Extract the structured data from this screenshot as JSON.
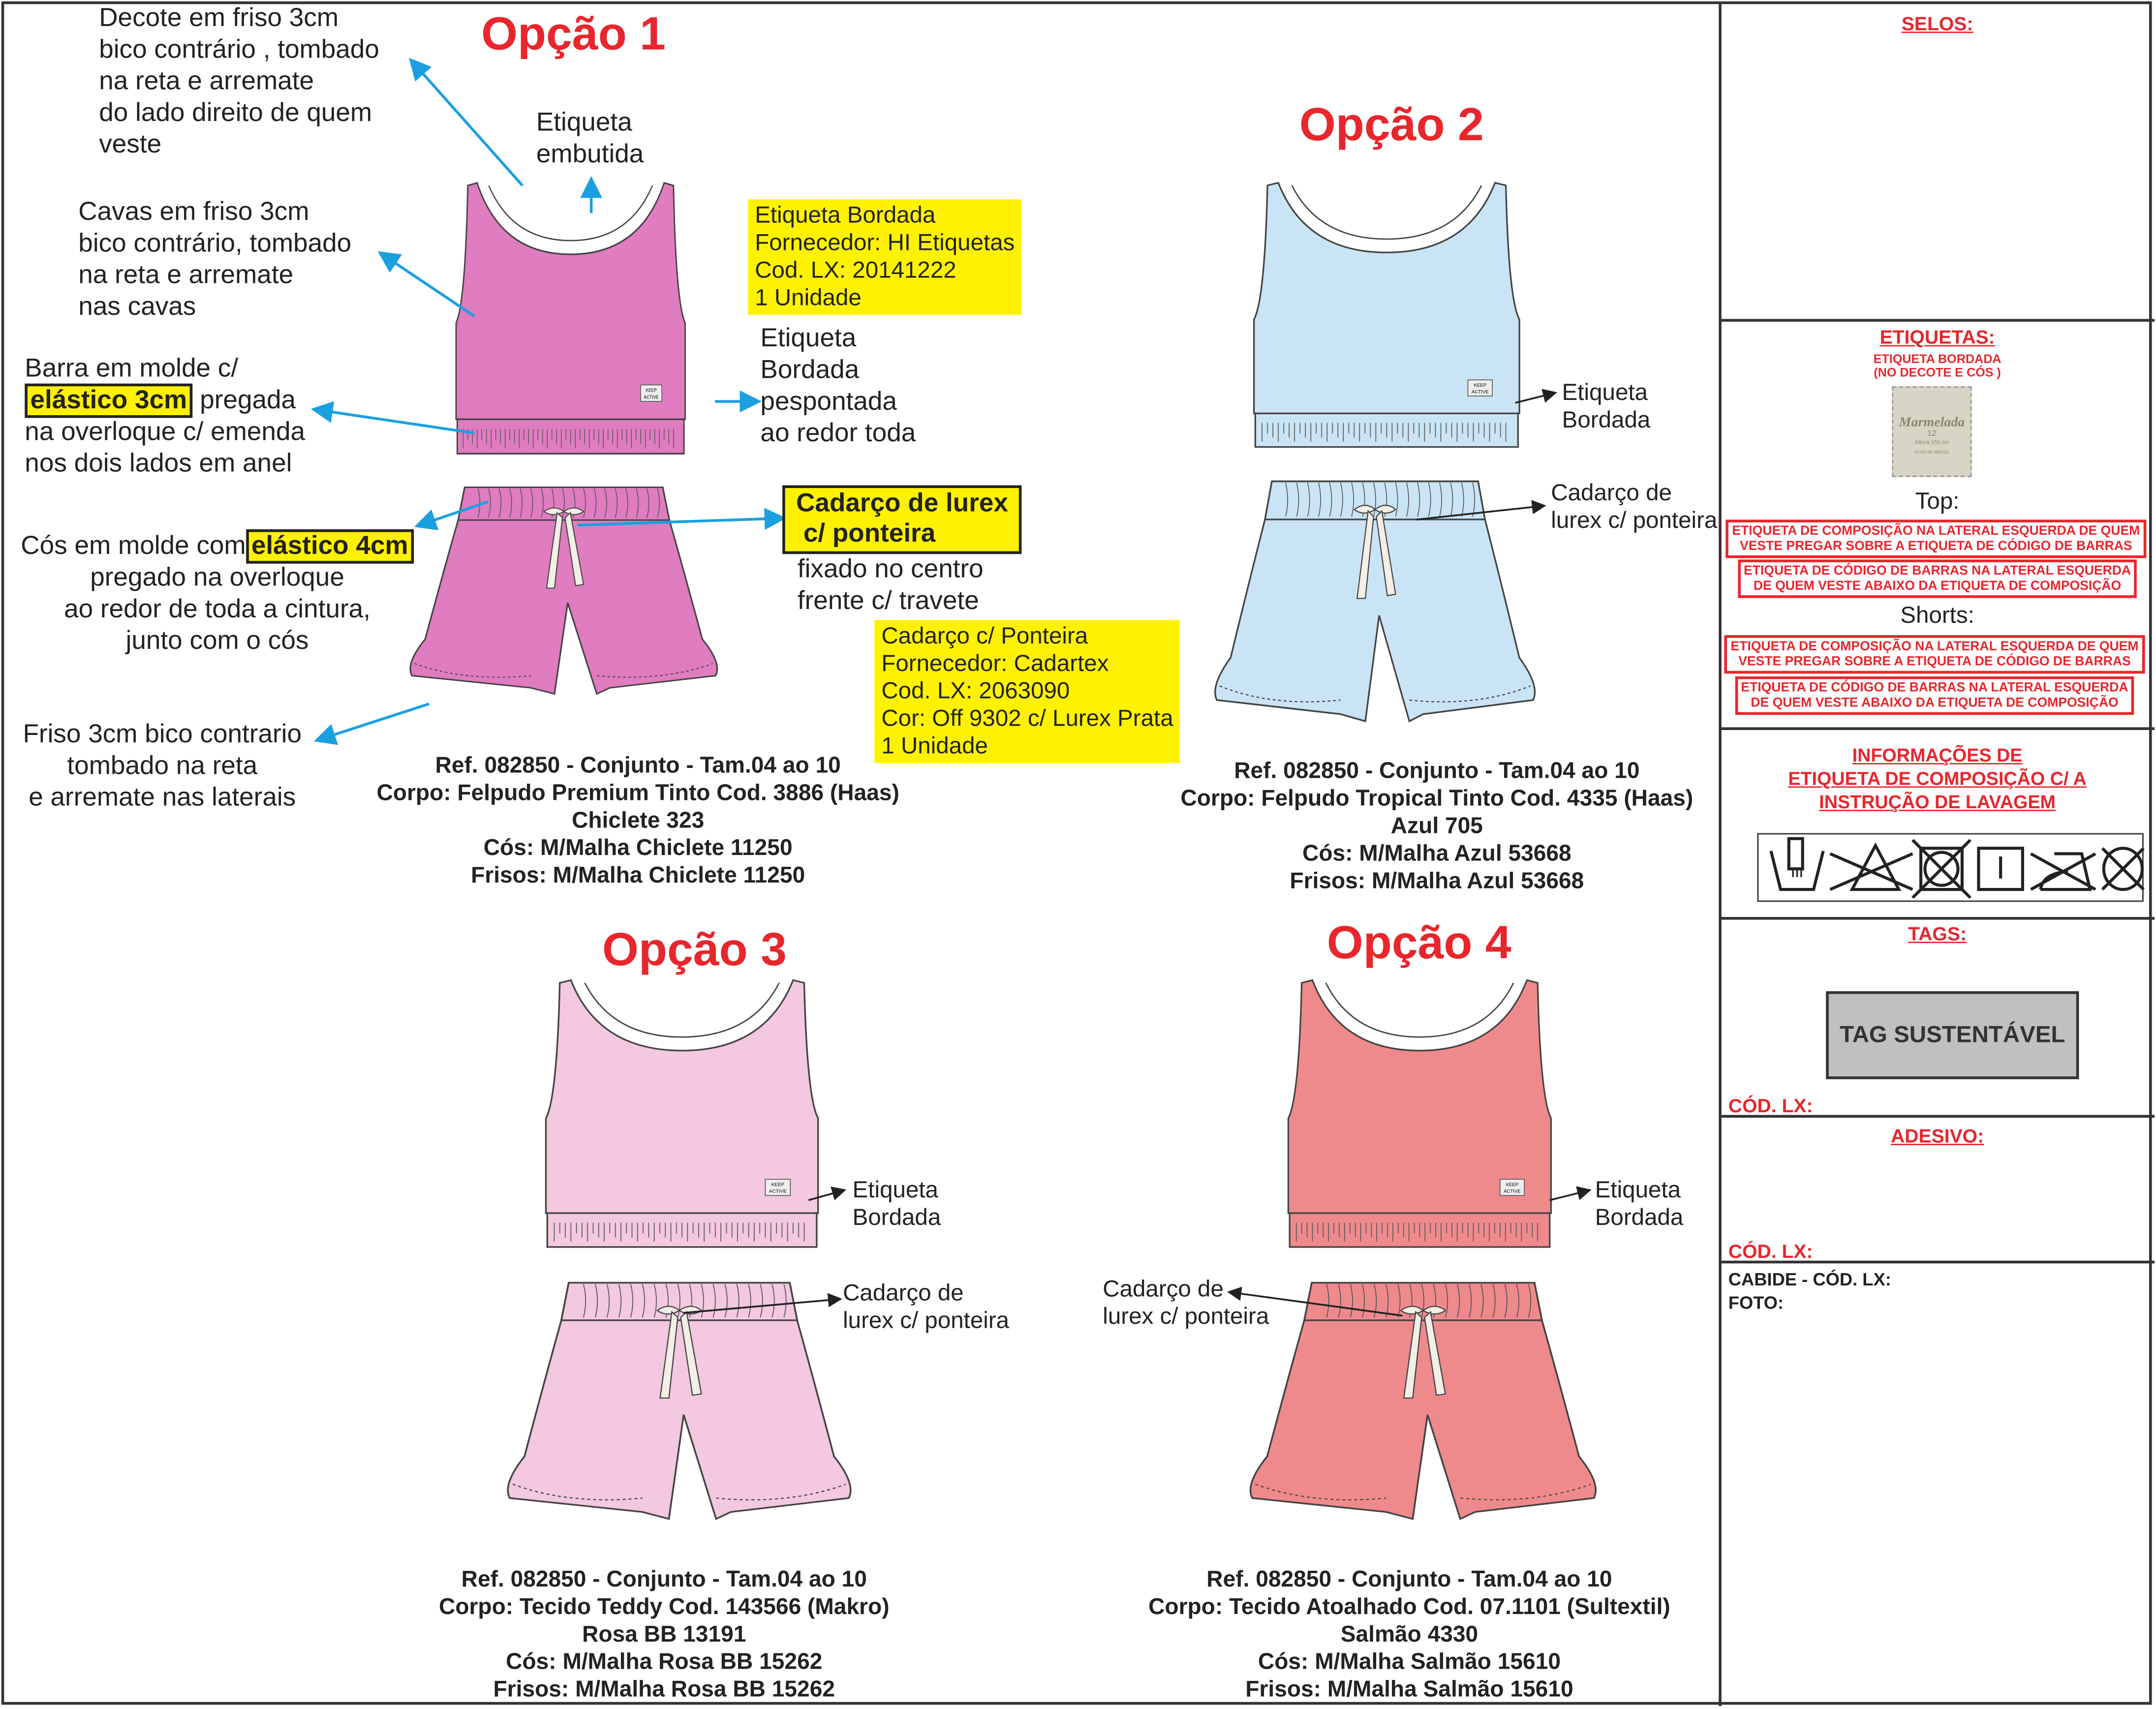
{
  "options": [
    {
      "title": "Opção 1",
      "color": "#e07cc0",
      "ref": [
        "Ref. 082850 - Conjunto - Tam.04  ao 10",
        "Corpo: Felpudo Premium Tinto Cod. 3886 (Haas)",
        "Chiclete 323",
        "Cós: M/Malha Chiclete 11250",
        "Frisos: M/Malha Chiclete 11250"
      ]
    },
    {
      "title": "Opção 2",
      "color": "#c9e4f5",
      "ref": [
        "Ref. 082850 - Conjunto - Tam.04 ao 10",
        "Corpo: Felpudo Tropical Tinto Cod. 4335 (Haas)",
        "Azul 705",
        "Cós: M/Malha Azul 53668",
        "Frisos: M/Malha Azul 53668"
      ],
      "label_note": "Etiqueta\nBordada",
      "cord_note": "Cadarço de\nlurex c/ ponteira"
    },
    {
      "title": "Opção 3",
      "color": "#f3c8e0",
      "ref": [
        "Ref. 082850 - Conjunto - Tam.04  ao 10",
        "Corpo: Tecido Teddy Cod. 143566 (Makro)",
        "Rosa BB 13191",
        "Cós: M/Malha Rosa BB 15262",
        "Frisos: M/Malha Rosa BB 15262"
      ],
      "label_note": "Etiqueta\nBordada",
      "cord_note": "Cadarço de\nlurex c/ ponteira"
    },
    {
      "title": "Opção 4",
      "color": "#ef8a8c",
      "ref": [
        "Ref. 082850 - Conjunto - Tam.04  ao 10",
        "Corpo: Tecido Atoalhado Cod. 07.1101 (Sultextil)",
        "Salmão 4330",
        "Cós: M/Malha Salmão 15610",
        "Frisos: M/Malha Salmão 15610"
      ],
      "label_note": "Etiqueta\nBordada",
      "cord_note": "Cadarço de\nlurex c/ ponteira"
    }
  ],
  "garment_label_text": "KEEP ACTIVE",
  "option1_notes": {
    "decote": "Decote em friso 3cm\nbico contrário , tombado\nna reta e arremate\ndo lado direito de quem\nveste",
    "etiqueta_embutida": "Etiqueta\nembutida",
    "cavas": "Cavas em friso 3cm\nbico contrário, tombado\nna reta e arremate\nnas cavas",
    "barra_pre": "Barra em molde c/",
    "barra_hl": "elástico 3cm",
    "barra_post": " pregada",
    "barra_rest": "na overloque c/ emenda\nnos dois lados em anel",
    "cos_pre": "Cós em molde com",
    "cos_hl": "elástico 4cm",
    "cos_rest": "pregado na overloque\nao redor de toda a cintura,\njunto com o cós",
    "friso": "Friso 3cm bico contrario\ntombado na reta\ne arremate nas laterais",
    "etiqueta_box": "Etiqueta Bordada\nFornecedor: HI Etiquetas\nCod. LX: 20141222\n1 Unidade",
    "etiqueta_pesp": "Etiqueta\nBordada\npespontada\nao redor toda",
    "cadarco_hl": "Cadarço de lurex\n c/ ponteira",
    "cadarco_rest": "fixado no centro\nfrente c/ travete",
    "cadarco_box": "Cadarço c/ Ponteira\nFornecedor: Cadartex\nCod. LX: 2063090\nCor: Off 9302 c/ Lurex Prata\n1 Unidade"
  },
  "right_panel": {
    "selos": "SELOS:",
    "etiquetas": "ETIQUETAS:",
    "etiqueta_bordada": "ETIQUETA BORDADA\n(NO DECOTE E CÓS )",
    "label_brand": "Marmelada",
    "label_size": "12",
    "label_height": "Altura 150 cm",
    "label_origin": "FEITO NO BRASIL",
    "top": "Top:",
    "shorts": "Shorts:",
    "composicao": "ETIQUETA DE COMPOSIÇÃO NA LATERAL ESQUERDA DE QUEM\nVESTE PREGAR SOBRE A ETIQUETA DE CÓDIGO DE BARRAS",
    "codigo_barras": "ETIQUETA DE CÓDIGO DE BARRAS NA LATERAL ESQUERDA\nDE QUEM VESTE ABAIXO DA ETIQUETA DE COMPOSIÇÃO",
    "informacoes": "INFORMAÇÕES DE\nETIQUETA DE COMPOSIÇÃO C/ A\nINSTRUÇÃO DE LAVAGEM",
    "care_icons": [
      "hand-wash-icon",
      "do-not-bleach-icon",
      "do-not-tumble-dry-icon",
      "line-dry-icon",
      "do-not-iron-icon",
      "do-not-dry-clean-icon"
    ],
    "tags": "TAGS:",
    "tag_sustentavel": "TAG SUSTENTÁVEL",
    "cod_lx": "CÓD. LX:",
    "adesivo": "ADESIVO:",
    "cabide": "CABIDE - CÓD. LX:",
    "foto": "FOTO:"
  },
  "colors": {
    "accent_red": "#e8262c",
    "highlight": "#fff200",
    "arrow_blue": "#1aa0e0"
  }
}
